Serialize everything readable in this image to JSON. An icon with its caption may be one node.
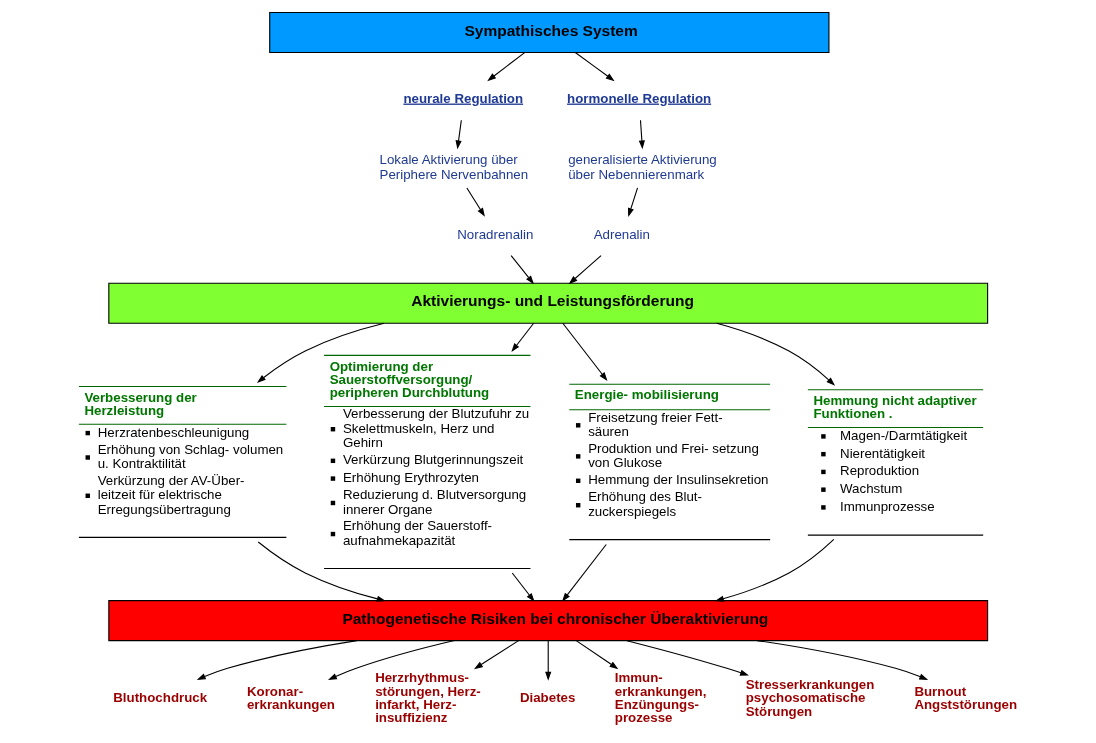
{
  "diagram": {
    "nodes": [
      {
        "text": [
          "Sympathisches System"
        ]
      },
      {
        "text": [
          "neurale Regulation"
        ]
      },
      {
        "text": [
          "hormonelle Regulation"
        ]
      },
      {
        "text": [
          "Lokale Aktivierung über Periphere Nervenbahnen"
        ]
      },
      {
        "text": [
          "generalisierte Aktivierung über Nebennierenmark"
        ]
      },
      {
        "text": [
          "Noradrenalin"
        ]
      },
      {
        "text": [
          "Adrenalin"
        ]
      },
      {
        "text": [
          "Aktivierungs- und Leistungsförderung"
        ]
      },
      {
        "text": [
          "Verbesserung der Herzleistung",
          "Herzratenbeschleunigung",
          "Erhöhung von Schlag- volumen u. Kontraktilität",
          "Verkürzung der AV-Über- leitzeit für elektrische Erregungsübertragung"
        ]
      },
      {
        "text": [
          "Optimierung der Sauerstoffversorgung/ peripheren Durchblutung",
          "Verbesserung der Blutzufuhr zu Skelettmuskeln, Herz und Gehirn",
          "Verkürzung Blutgerinnungszeit",
          "Erhöhung Erythrozyten",
          "Reduzierung d. Blutversorgung innerer Organe",
          "Erhöhung der Sauerstoff- aufnahmekapazität"
        ]
      },
      {
        "text": [
          "Energie- mobilisierung",
          "Freisetzung freier Fett- säuren",
          "Produktion und Frei- setzung von Glukose",
          "Hemmung der Insulinsekretion",
          "Erhöhung des Blut- zuckerspiegels"
        ]
      },
      {
        "text": [
          "Hemmung nicht adaptiver Funktionen .",
          "Magen-/Darmtätigkeit",
          "Nierentätigkeit",
          "Reproduktion",
          "Wachstum",
          "Immunprozesse"
        ]
      },
      {
        "text": [
          "Pathogenetische Risiken bei chronischer Überaktivierung"
        ]
      },
      {
        "text": [
          "Bluthochdruck"
        ]
      },
      {
        "text": [
          "Koronar- erkrankungen"
        ]
      },
      {
        "text": [
          "Herzrhythmus- störungen, Herz- infarkt, Herz- insuffizienz"
        ]
      },
      {
        "text": [
          "Diabetes"
        ]
      },
      {
        "text": [
          "Immun- erkrankungen, Enzüngungs- prozesse"
        ]
      },
      {
        "text": [
          "Stresserkrankungen psychosomatische Störungen"
        ]
      },
      {
        "text": [
          "Burnout Angststörungen"
        ]
      }
    ],
    "edges": [
      {
        "from": 0,
        "to": 1,
        "arrow": "to"
      },
      {
        "from": 0,
        "to": 2,
        "arrow": "to"
      },
      {
        "from": 1,
        "to": 3,
        "arrow": "to"
      },
      {
        "from": 2,
        "to": 4,
        "arrow": "to"
      },
      {
        "from": 3,
        "to": 5,
        "arrow": "to"
      },
      {
        "from": 4,
        "to": 6,
        "arrow": "to"
      },
      {
        "from": 5,
        "to": 7,
        "arrow": "to"
      },
      {
        "from": 6,
        "to": 7,
        "arrow": "to"
      },
      {
        "from": 7,
        "to": 8,
        "arrow": "to"
      },
      {
        "from": 7,
        "to": 9,
        "arrow": "to"
      },
      {
        "from": 7,
        "to": 10,
        "arrow": "to"
      },
      {
        "from": 7,
        "to": 11,
        "arrow": "to"
      },
      {
        "from": 8,
        "to": 12,
        "arrow": "to"
      },
      {
        "from": 9,
        "to": 12,
        "arrow": "to"
      },
      {
        "from": 10,
        "to": 12,
        "arrow": "to"
      },
      {
        "from": 11,
        "to": 12,
        "arrow": "to"
      },
      {
        "from": 12,
        "to": 13,
        "arrow": "to"
      },
      {
        "from": 12,
        "to": 14,
        "arrow": "to"
      },
      {
        "from": 12,
        "to": 15,
        "arrow": "to"
      },
      {
        "from": 12,
        "to": 16,
        "arrow": "to"
      },
      {
        "from": 12,
        "to": 17,
        "arrow": "to"
      },
      {
        "from": 12,
        "to": 18,
        "arrow": "to"
      },
      {
        "from": 12,
        "to": 19,
        "arrow": "to"
      }
    ]
  }
}
